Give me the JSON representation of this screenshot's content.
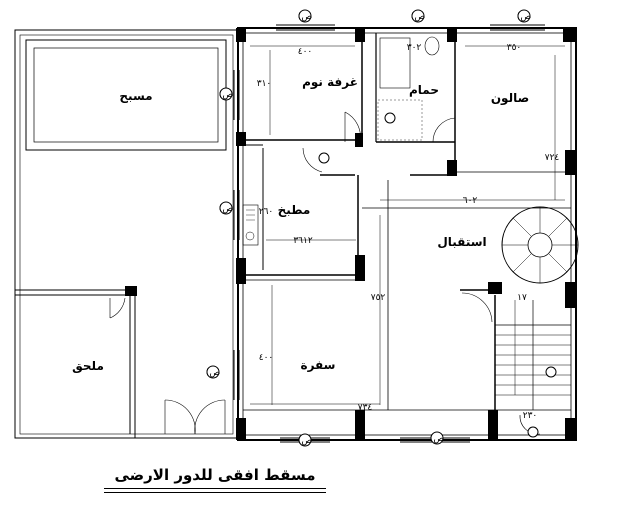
{
  "plan_title": "مسقط افقى للدور الارضى",
  "rooms": {
    "pool": "مسبح",
    "annex": "ملحق",
    "bedroom": "غرفة نوم",
    "bathroom": "حمام",
    "salon": "صالون",
    "kitchen": "مطبخ",
    "reception": "استقبال",
    "dining": "سفرة"
  },
  "dimensions": {
    "bedroom_width": "٤٠٠",
    "bedroom_depth": "٣١٠",
    "bathroom_width": "٣٠٢",
    "salon_width": "٣٥٠",
    "salon_depth": "٧٢٤",
    "reception_width": "٦٠٢",
    "kitchen_width": "٣٦١٢",
    "kitchen_depth": "٢٦٠",
    "reception_depth": "٧٥٢",
    "dining_width": "٧٣٤",
    "dining_depth": "٤٠٠",
    "stair_top": "١٧",
    "stair_bottom": "٢٣٠"
  },
  "axis_marker": "(ص"
}
